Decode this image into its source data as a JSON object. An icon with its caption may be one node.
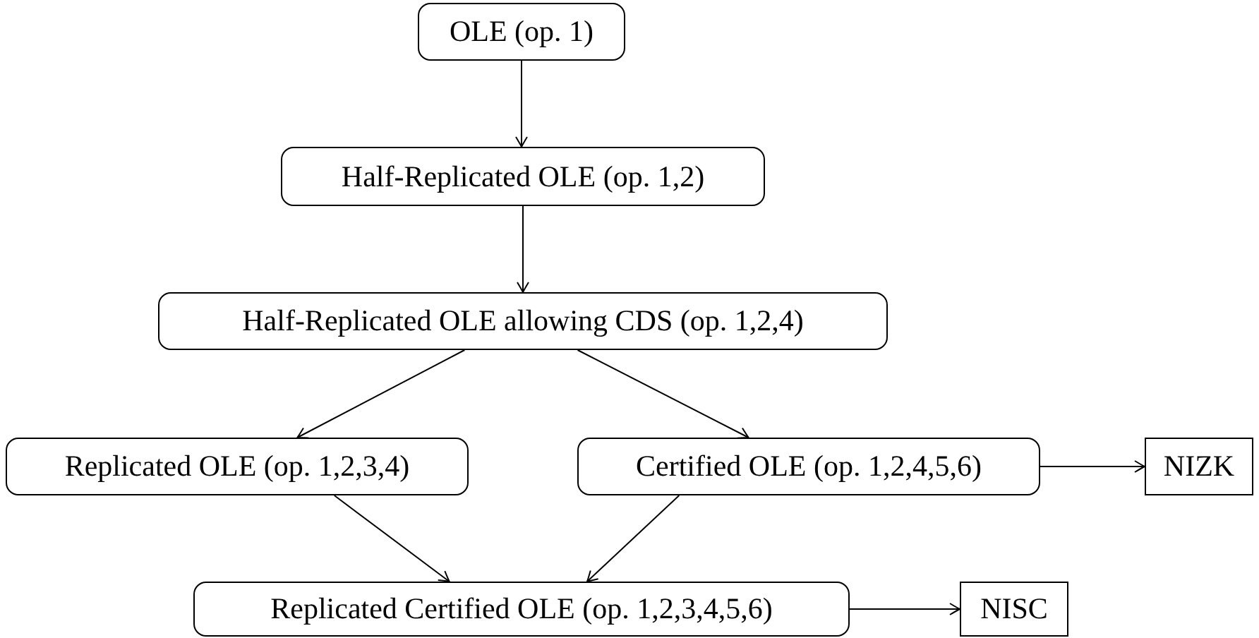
{
  "diagram": {
    "nodes": [
      {
        "text": [
          "OLE (op. 1)"
        ]
      },
      {
        "text": [
          "Half-Replicated OLE (op. 1,2)"
        ]
      },
      {
        "text": [
          "Half-Replicated OLE allowing CDS (op. 1,2,4)"
        ]
      },
      {
        "text": [
          "Replicated OLE (op. 1,2,3,4)"
        ]
      },
      {
        "text": [
          "Certified OLE (op. 1,2,4,5,6)"
        ]
      },
      {
        "text": [
          "NIZK"
        ]
      },
      {
        "text": [
          "Replicated Certified OLE (op. 1,2,3,4,5,6)"
        ]
      },
      {
        "text": [
          "NISC"
        ]
      }
    ],
    "edges": [
      {
        "from": 0,
        "to": 1,
        "arrow": "to"
      },
      {
        "from": 1,
        "to": 2,
        "arrow": "to"
      },
      {
        "from": 2,
        "to": 3,
        "arrow": "to"
      },
      {
        "from": 2,
        "to": 4,
        "arrow": "to"
      },
      {
        "from": 4,
        "to": 5,
        "arrow": "to"
      },
      {
        "from": 3,
        "to": 6,
        "arrow": "to"
      },
      {
        "from": 4,
        "to": 6,
        "arrow": "to"
      },
      {
        "from": 6,
        "to": 7,
        "arrow": "to"
      }
    ]
  }
}
